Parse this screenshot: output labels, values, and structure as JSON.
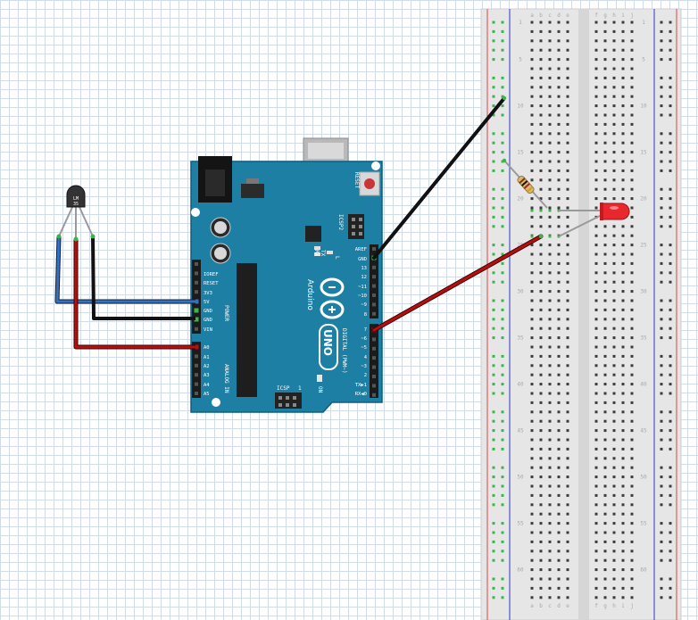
{
  "sensor": {
    "label_line1": "LM",
    "label_line2": "35"
  },
  "arduino": {
    "reset": "RESET",
    "icsp2": "ICSP2",
    "icsp": "ICSP",
    "icsp_one": "1",
    "on": "ON",
    "led_l": "L",
    "tx": "TX",
    "rx": "RX",
    "brand": "Arduino",
    "model": "UNO",
    "power_header": "POWER",
    "analog_header": "ANALOG IN",
    "digital_header": "DIGITAL (PWM~)",
    "power_pins": [
      "IOREF",
      "RESET",
      "3V3",
      "5V",
      "GND",
      "GND",
      "VIN"
    ],
    "analog_pins": [
      "A0",
      "A1",
      "A2",
      "A3",
      "A4",
      "A5"
    ],
    "digital_top": [
      "AREF",
      "GND",
      "13",
      "12",
      "~11",
      "~10",
      "~9",
      "8"
    ],
    "digital_bottom": [
      "7",
      "~6",
      "~5",
      "4",
      "~3",
      "2",
      "TX▶1",
      "RX◀0"
    ]
  },
  "breadboard": {
    "columns": [
      "a",
      "b",
      "c",
      "d",
      "e",
      "f",
      "g",
      "h",
      "i",
      "j"
    ],
    "row_numbers": [
      "1",
      "5",
      "10",
      "15",
      "20",
      "25",
      "30",
      "35",
      "40",
      "45",
      "50",
      "55",
      "60"
    ]
  },
  "colors": {
    "board": "#1c7fa3",
    "wire_blue": "#2f72c9",
    "wire_red": "#b80e0e",
    "wire_black": "#111111",
    "led": "#e8282d"
  }
}
